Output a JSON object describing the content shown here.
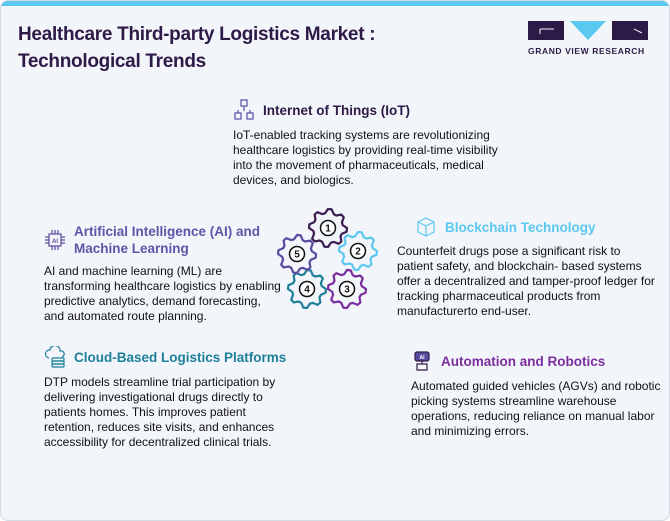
{
  "title_line1": "Healthcare Third-party Logistics Market :",
  "title_line2": "Technological Trends",
  "logo": {
    "text": "GRAND VIEW RESEARCH"
  },
  "colors": {
    "dark": "#2e1a47",
    "blue": "#5bc8f0",
    "purple": "#7b2d9e",
    "teal": "#1e7f9a",
    "violet": "#5a4ba0"
  },
  "sections": {
    "iot": {
      "icon": "cubes-network-icon",
      "heading": "Internet of Things (IoT)",
      "body": "IoT-enabled tracking systems are revolutionizing healthcare logistics by providing real-time visibility into the movement of pharmaceuticals, medical devices, and biologics."
    },
    "ai": {
      "icon": "ai-chip-icon",
      "heading": "Artificial Intelligence (AI) and Machine Learning",
      "body": "AI and machine learning (ML) are transforming healthcare logistics by enabling predictive analytics, demand forecasting, and automated route planning."
    },
    "blockchain": {
      "icon": "package-box-icon",
      "heading": "Blockchain Technology",
      "body": "Counterfeit drugs pose a significant risk to patient safety, and blockchain- based systems offer a decentralized and tamper-proof ledger for tracking pharmaceutical products from manufacturerto end-user."
    },
    "cloud": {
      "icon": "cloud-database-icon",
      "heading": "Cloud-Based Logistics Platforms",
      "body": "DTP models streamline trial participation by delivering investigational drugs directly to patients homes. This improves patient retention, reduces site visits, and enhances accessibility for decentralized clinical trials."
    },
    "robotics": {
      "icon": "robot-icon",
      "heading": "Automation and Robotics",
      "body": "Automated guided vehicles (AGVs) and robotic picking systems streamline warehouse operations, reducing reliance on manual labor and minimizing errors."
    }
  },
  "gears": [
    {
      "label": "1",
      "color": "#3b1d52"
    },
    {
      "label": "2",
      "color": "#5bc8f0"
    },
    {
      "label": "3",
      "color": "#7b2d9e"
    },
    {
      "label": "4",
      "color": "#1e7f9a"
    },
    {
      "label": "5",
      "color": "#5a4ba0"
    }
  ]
}
